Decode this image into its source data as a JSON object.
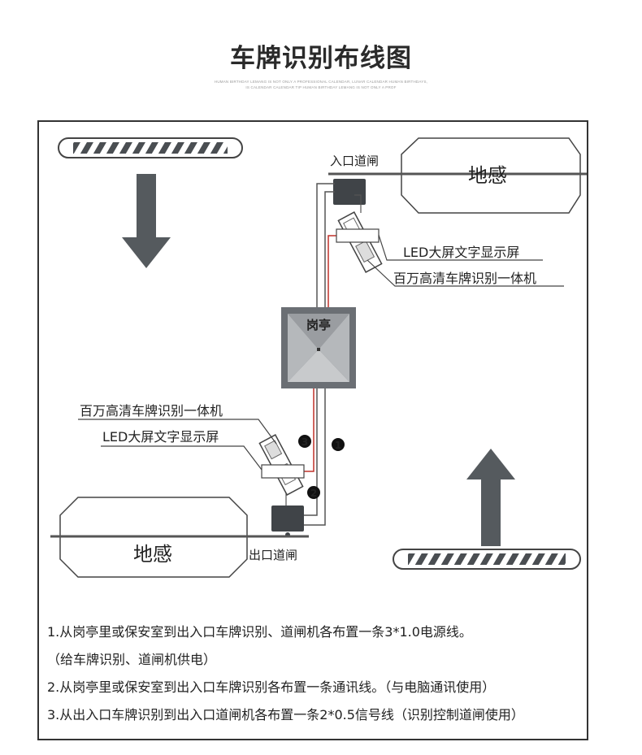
{
  "title": "车牌识别布线图",
  "tagline": {
    "line1": "HUMAN BIRTHDAY LEMANG IS NOT ONLY A PROFESSIONAL CALENDAR, LUNAR CALENDAR HUMAN BIRTHDAYS,",
    "line2": "IS CALENDAR CALENDAR TIP HUMAN BIRTHDAY LEMANG IS NOT ONLY A PROF"
  },
  "diagram": {
    "booth_label": "岗亭",
    "entrance_gate_label": "入口道闸",
    "exit_gate_label": "出口道闸",
    "loop_top_label": "地感",
    "loop_bottom_label": "地感",
    "callout_top_led": "LED大屏文字显示屏",
    "callout_top_camera": "百万高清车牌识别一体机",
    "callout_bottom_camera": "百万高清车牌识别一体机",
    "callout_bottom_led": "LED大屏文字显示屏",
    "marker_1": "1",
    "marker_2": "2",
    "marker_3": "3"
  },
  "notes": [
    "1.从岗亭里或保安室到出入口车牌识别、道闸机各布置一条3*1.0电源线。",
    "（给车牌识别、道闸机供电）",
    "2.从岗亭里或保安室到出入口车牌识别各布置一条通讯线。（与电脑通讯使用）",
    "3.从出入口车牌识别到出入口道闸机各布置一条2*0.5信号线（识别控制道闸使用）"
  ],
  "colors": {
    "wire_signal": "#c0302a",
    "wire_power": "#555555",
    "arrow": "#555a5e",
    "booth_frame": "#6b6f74"
  }
}
